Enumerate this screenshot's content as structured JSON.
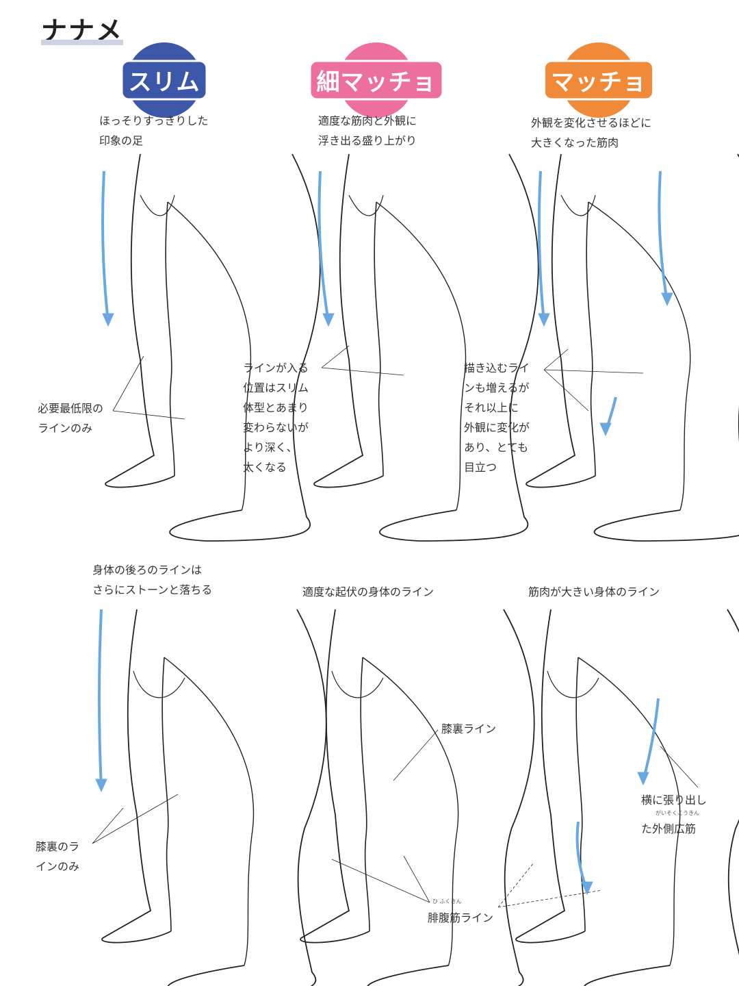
{
  "page_title": "ナナメ",
  "colors": {
    "slim": "#3d57a8",
    "thin_macho": "#ec6f9e",
    "macho": "#f08a38",
    "arrow": "#6aa8e2",
    "underline": "#c9d6e2"
  },
  "columns": [
    {
      "badge": "スリム",
      "description": "ほっそりすっきりした\n印象の足"
    },
    {
      "badge": "細マッチョ",
      "description": "適度な筋肉と外観に\n浮き出る盛り上がり"
    },
    {
      "badge": "マッチョ",
      "description": "外観を変化させるほどに\n大きくなった筋肉"
    }
  ],
  "front_notes": [
    "必要最低限の\nラインのみ",
    "ラインが入る\n位置はスリム\n体型とあまり\n変わらないが\nより深く、\n太くなる",
    "描き込むライ\nンも増えるが\nそれ以上に\n外観に変化が\nあり、とても\n目立つ"
  ],
  "back_headings": [
    "身体の後ろのラインは\nさらにストーンと落ちる",
    "適度な起伏の身体のライン",
    "筋肉が大きい身体のライン"
  ],
  "back_notes": {
    "knee_back_only": "膝裏のラ\nインのみ",
    "knee_back_line": "膝裏ライン",
    "gastrocnemius_line": "腓腹筋ライン",
    "gastrocnemius_ruby": "ひ ふくきん",
    "vastus_lateralis": "横に張り出し\nた外側広筋",
    "vastus_lateralis_ruby": "がいそくこうきん"
  }
}
